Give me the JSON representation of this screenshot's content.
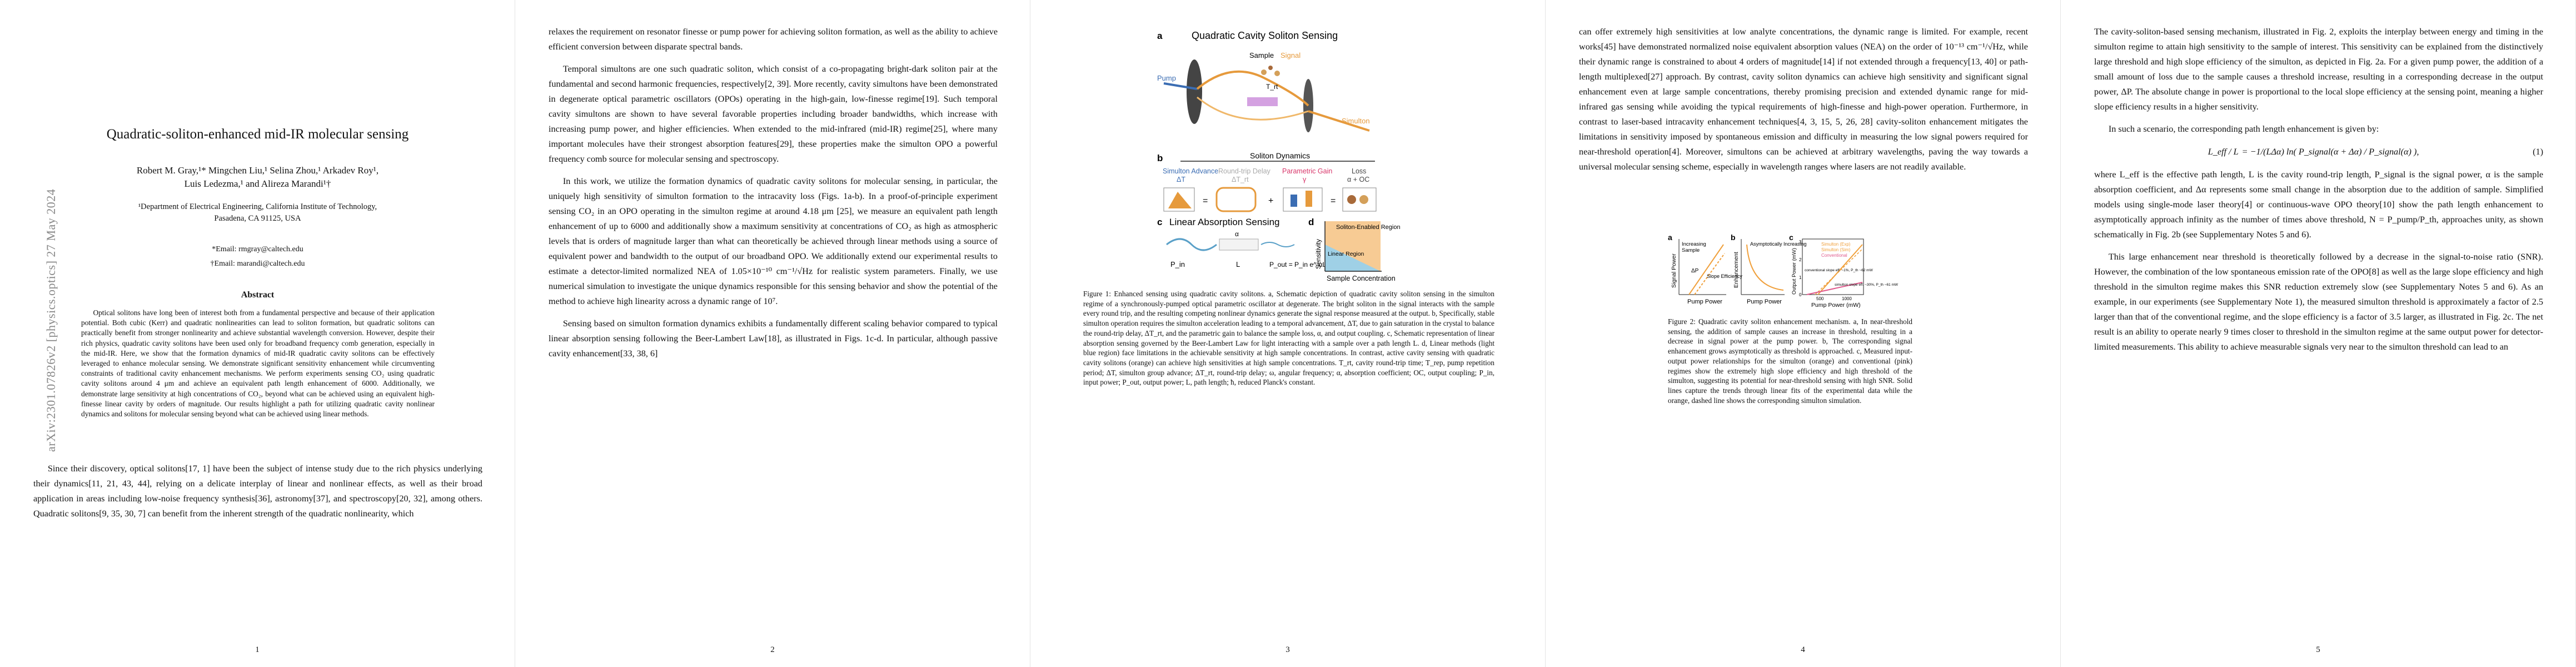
{
  "arxiv_stamp": "arXiv:2301.07826v2  [physics.optics]  27 May 2024",
  "page_numbers": [
    "1",
    "2",
    "3",
    "4",
    "5"
  ],
  "page1": {
    "title": "Quadratic-soliton-enhanced mid-IR molecular sensing",
    "authors_line1": "Robert M. Gray,¹* Mingchen Liu,¹ Selina Zhou,¹ Arkadev Roy¹,",
    "authors_line2": "Luis Ledezma,¹ and Alireza Marandi¹†",
    "affil_line1": "¹Department of Electrical Engineering, California Institute of Technology,",
    "affil_line2": "Pasadena, CA 91125, USA",
    "email1": "*Email: rmgray@caltech.edu",
    "email2": "†Email: marandi@caltech.edu",
    "abstract_heading": "Abstract",
    "abstract": "Optical solitons have long been of interest both from a fundamental perspective and because of their application potential. Both cubic (Kerr) and quadratic nonlinearities can lead to soliton formation, but quadratic solitons can practically benefit from stronger nonlinearity and achieve substantial wavelength conversion. However, despite their rich physics, quadratic cavity solitons have been used only for broadband frequency comb generation, especially in the mid-IR. Here, we show that the formation dynamics of mid-IR quadratic cavity solitons can be effectively leveraged to enhance molecular sensing. We demonstrate significant sensitivity enhancement while circumventing constraints of traditional cavity enhancement mechanisms. We perform experiments sensing CO₂ using quadratic cavity solitons around 4 μm and achieve an equivalent path length enhancement of 6000. Additionally, we demonstrate large sensitivity at high concentrations of CO₂, beyond what can be achieved using an equivalent high-finesse linear cavity by orders of magnitude. Our results highlight a path for utilizing quadratic cavity nonlinear dynamics and solitons for molecular sensing beyond what can be achieved using linear methods.",
    "body": "Since their discovery, optical solitons[17, 1] have been the subject of intense study due to the rich physics underlying their dynamics[11, 21, 43, 44], relying on a delicate interplay of linear and nonlinear effects, as well as their broad application in areas including low-noise frequency synthesis[36], astronomy[37], and spectroscopy[20, 32], among others. Quadratic solitons[9, 35, 30, 7] can benefit from the inherent strength of the quadratic nonlinearity, which"
  },
  "page2": {
    "paragraphs": [
      "relaxes the requirement on resonator finesse or pump power for achieving soliton formation, as well as the ability to achieve efficient conversion between disparate spectral bands.",
      "Temporal simultons are one such quadratic soliton, which consist of a co-propagating bright-dark soliton pair at the fundamental and second harmonic frequencies, respectively[2, 39]. More recently, cavity simultons have been demonstrated in degenerate optical parametric oscillators (OPOs) operating in the high-gain, low-finesse regime[19]. Such temporal cavity simultons are shown to have several favorable properties including broader bandwidths, which increase with increasing pump power, and higher efficiencies. When extended to the mid-infrared (mid-IR) regime[25], where many important molecules have their strongest absorption features[29], these properties make the simulton OPO a powerful frequency comb source for molecular sensing and spectroscopy.",
      "In this work, we utilize the formation dynamics of quadratic cavity solitons for molecular sensing, in particular, the uniquely high sensitivity of simulton formation to the intracavity loss (Figs. 1a-b). In a proof-of-principle experiment sensing CO₂ in an OPO operating in the simulton regime at around 4.18 μm [25], we measure an equivalent path length enhancement of up to 6000 and additionally show a maximum sensitivity at concentrations of CO₂ as high as atmospheric levels that is orders of magnitude larger than what can theoretically be achieved through linear methods using a source of equivalent power and bandwidth to the output of our broadband OPO. We additionally extend our experimental results to estimate a detector-limited normalized NEA of 1.05×10⁻¹⁰ cm⁻¹/√Hz for realistic system parameters. Finally, we use numerical simulation to investigate the unique dynamics responsible for this sensing behavior and show the potential of the method to achieve high linearity across a dynamic range of 10⁷.",
      "Sensing based on simulton formation dynamics exhibits a fundamentally different scaling behavior compared to typical linear absorption sensing following the Beer-Lambert Law[18], as illustrated in Figs. 1c-d. In particular, although passive cavity enhancement[33, 38, 6]"
    ]
  },
  "page3": {
    "figure": {
      "panel_a": "a",
      "panel_b": "b",
      "panel_c": "c",
      "panel_d": "d",
      "title_a": "Quadratic Cavity Soliton Sensing",
      "pump": "Pump",
      "sample": "Sample",
      "signal": "Signal",
      "simulton": "Simulton",
      "t_rt": "T_rt",
      "soliton_dynamics": "Soliton Dynamics",
      "advance": "Simulton Advance",
      "advance_sym": "ΔT",
      "roundtrip": "Round-trip Delay",
      "roundtrip_sym": "ΔT_rt",
      "gain": "Parametric Gain",
      "gain_sym": "γ",
      "loss": "Loss",
      "loss_sym": "α + OC",
      "title_c": "Linear Absorption Sensing",
      "p_in": "P_in",
      "p_out": "P_out = P_in e^-αL",
      "length": "L",
      "sensitivity": "Sensitivity",
      "enabled_region": "Soliton-Enabled Region",
      "linear_region": "Linear Region",
      "conc": "Sample Concentration",
      "eq_plus": "+",
      "eq_equal": "=",
      "alpha": "α"
    },
    "caption": "Figure 1: Enhanced sensing using quadratic cavity solitons. a, Schematic depiction of quadratic cavity soliton sensing in the simulton regime of a synchronously-pumped optical parametric oscillator at degenerate. The bright soliton in the signal interacts with the sample every round trip, and the resulting competing nonlinear dynamics generate the signal response measured at the output. b, Specifically, stable simulton operation requires the simulton acceleration leading to a temporal advancement, ΔT, due to gain saturation in the crystal to balance the round-trip delay, ΔT_rt, and the parametric gain to balance the sample loss, α, and output coupling. c, Schematic representation of linear absorption sensing governed by the Beer-Lambert Law for light interacting with a sample over a path length L. d, Linear methods (light blue region) face limitations in the achievable sensitivity at high sample concentrations. In contrast, active cavity sensing with quadratic cavity solitons (orange) can achieve high sensitivities at high sample concentrations. T_rt, cavity round-trip time; T_rep, pump repetition period; ΔT, simulton group advance; ΔT_rt, round-trip delay; ω, angular frequency; α, absorption coefficient; OC, output coupling; P_in, input power; P_out, output power; L, path length; ħ, reduced Planck's constant."
  },
  "page4": {
    "paragraphs": [
      "can offer extremely high sensitivities at low analyte concentrations, the dynamic range is limited. For example, recent works[45] have demonstrated normalized noise equivalent absorption values (NEA) on the order of 10⁻¹³ cm⁻¹/√Hz, while their dynamic range is constrained to about 4 orders of magnitude[14] if not extended through a frequency[13, 40] or path-length multiplexed[27] approach. By contrast, cavity soliton dynamics can achieve high sensitivity and significant signal enhancement even at large sample concentrations, thereby promising precision and extended dynamic range for mid-infrared gas sensing while avoiding the typical requirements of high-finesse and high-power operation. Furthermore, in contrast to laser-based intracavity enhancement techniques[4, 3, 15, 5, 26, 28] cavity-soliton enhancement mitigates the limitations in sensitivity imposed by spontaneous emission and difficulty in measuring the low signal powers required for near-threshold operation[4]. Moreover, simultons can be achieved at arbitrary wavelengths, paving the way towards a universal molecular sensing scheme, especially in wavelength ranges where lasers are not readily available."
    ],
    "figure": {
      "panel_a": "a",
      "panel_b": "b",
      "panel_c": "c",
      "increasing": "Increasing",
      "sample": "Sample",
      "asym_increasing": "Asymptotically Increasing",
      "slope_eff": "Slope Efficiency",
      "delta_p": "ΔP",
      "ylabel_a": "Signal Power",
      "ylabel_b": "Enhancement",
      "ylabel_c": "Output Power (mW)",
      "xlabel_a": "Pump Power",
      "xlabel_b": "Pump Power",
      "xlabel_c": "Pump Power (mW)",
      "legend1": "Simulton (Exp)",
      "legend2": "Simulton (Sim)",
      "legend3": "Conventional",
      "annot1": "conventional slope eff. ~1%, P_th ~62 mW",
      "annot2": "simulton slope eff. ~30%, P_th ~61 mW",
      "tick500": "500",
      "tick1000": "1000",
      "ytick0": "0",
      "ytick1": "1",
      "ytick2": "2",
      "ytick3": "3"
    },
    "caption": "Figure 2: Quadratic cavity soliton enhancement mechanism. a, In near-threshold sensing, the addition of sample causes an increase in threshold, resulting in a decrease in signal power at the pump power. b, The corresponding signal enhancement grows asymptotically as threshold is approached. c, Measured input-output power relationships for the simulton (orange) and conventional (pink) regimes show the extremely high slope efficiency and high threshold of the simulton, suggesting its potential for near-threshold sensing with high SNR. Solid lines capture the trends through linear fits of the experimental data while the orange, dashed line shows the corresponding simulton simulation."
  },
  "page5": {
    "paragraphs_before_eq": [
      "The cavity-soliton-based sensing mechanism, illustrated in Fig. 2, exploits the interplay between energy and timing in the simulton regime to attain high sensitivity to the sample of interest. This sensitivity can be explained from the distinctively large threshold and high slope efficiency of the simulton, as depicted in Fig. 2a. For a given pump power, the addition of a small amount of loss due to the sample causes a threshold increase, resulting in a corresponding decrease in the output power, ΔP. The absolute change in power is proportional to the local slope efficiency at the sensing point, meaning a higher slope efficiency results in a higher sensitivity.",
      "In such a scenario, the corresponding path length enhancement is given by:"
    ],
    "equation_lhs": "L_eff / L",
    "equation_rhs": "= −1/(LΔα) ln( P_signal(α + Δα) / P_signal(α) ),",
    "equation_number": "(1)",
    "paragraphs_after_eq": [
      "where L_eff is the effective path length, L is the cavity round-trip length, P_signal is the signal power, α is the sample absorption coefficient, and Δα represents some small change in the absorption due to the addition of sample. Simplified models using single-mode laser theory[4] or continuous-wave OPO theory[10] show the path length enhancement to asymptotically approach infinity as the number of times above threshold, N = P_pump/P_th, approaches unity, as shown schematically in Fig. 2b (see Supplementary Notes 5 and 6).",
      "This large enhancement near threshold is theoretically followed by a decrease in the signal-to-noise ratio (SNR). However, the combination of the low spontaneous emission rate of the OPO[8] as well as the large slope efficiency and high threshold in the simulton regime makes this SNR reduction extremely slow (see Supplementary Notes 5 and 6). As an example, in our experiments (see Supplementary Note 1), the measured simulton threshold is approximately a factor of 2.5 larger than that of the conventional regime, and the slope efficiency is a factor of 3.5 larger, as illustrated in Fig. 2c. The net result is an ability to operate nearly 9 times closer to threshold in the simulton regime at the same output power for detector-limited measurements. This ability to achieve measurable signals very near to the simulton threshold can lead to an"
    ]
  },
  "colors": {
    "orange": "#f0a03c",
    "blue": "#5aa0c8",
    "light_blue": "#9fd0e6",
    "pink": "#e05a8c",
    "dark_blue": "#2a4e8c",
    "gray": "#999999"
  }
}
